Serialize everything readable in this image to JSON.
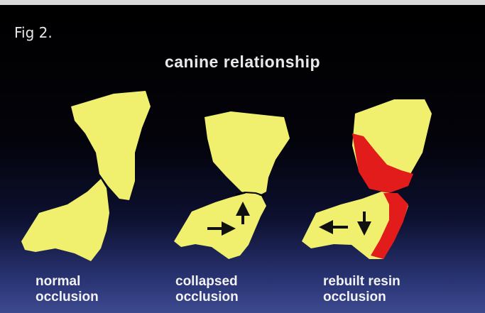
{
  "figure_label": "Fig 2.",
  "title": "canine relationship",
  "panels": [
    {
      "caption_line1": "normal",
      "caption_line2": "occlusion"
    },
    {
      "caption_line1": "collapsed",
      "caption_line2": "occlusion"
    },
    {
      "caption_line1": "rebuilt resin",
      "caption_line2": "occlusion"
    }
  ],
  "colors": {
    "tooth": "#f0f06e",
    "resin": "#e21b1b",
    "outline": "#000000",
    "text": "#eeeeee"
  },
  "icons": [
    "arrow-right-icon",
    "arrow-up-icon",
    "arrow-left-icon",
    "arrow-down-icon"
  ]
}
